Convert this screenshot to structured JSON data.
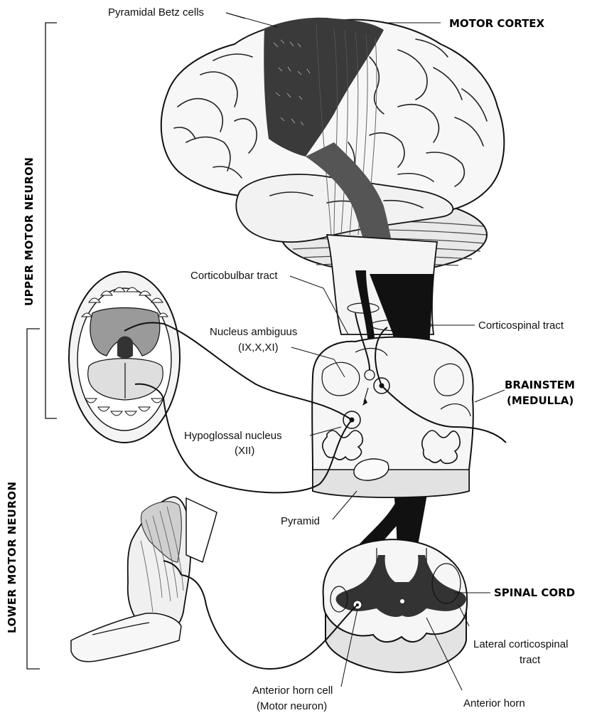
{
  "headers": {
    "motor_cortex": "MOTOR CORTEX",
    "brainstem_line1": "BRAINSTEM",
    "brainstem_line2": "(MEDULLA)",
    "spinal_cord": "SPINAL CORD",
    "upper_motor_neuron": "UPPER MOTOR NEURON",
    "lower_motor_neuron": "LOWER MOTOR NEURON"
  },
  "labels": {
    "pyramidal_betz_cells": "Pyramidal Betz cells",
    "corticobulbar_tract": "Corticobulbar tract",
    "corticospinal_tract": "Corticospinal tract",
    "nucleus_ambiguus_line1": "Nucleus ambiguus",
    "nucleus_ambiguus_line2": "(IX,X,XI)",
    "hypoglossal_nucleus_line1": "Hypoglossal nucleus",
    "hypoglossal_nucleus_line2": "(XII)",
    "pyramid": "Pyramid",
    "lateral_corticospinal_line1": "Lateral corticospinal",
    "lateral_corticospinal_line2": "tract",
    "anterior_horn_cell_line1": "Anterior horn cell",
    "anterior_horn_cell_line2": "(Motor neuron)",
    "anterior_horn": "Anterior horn"
  }
}
